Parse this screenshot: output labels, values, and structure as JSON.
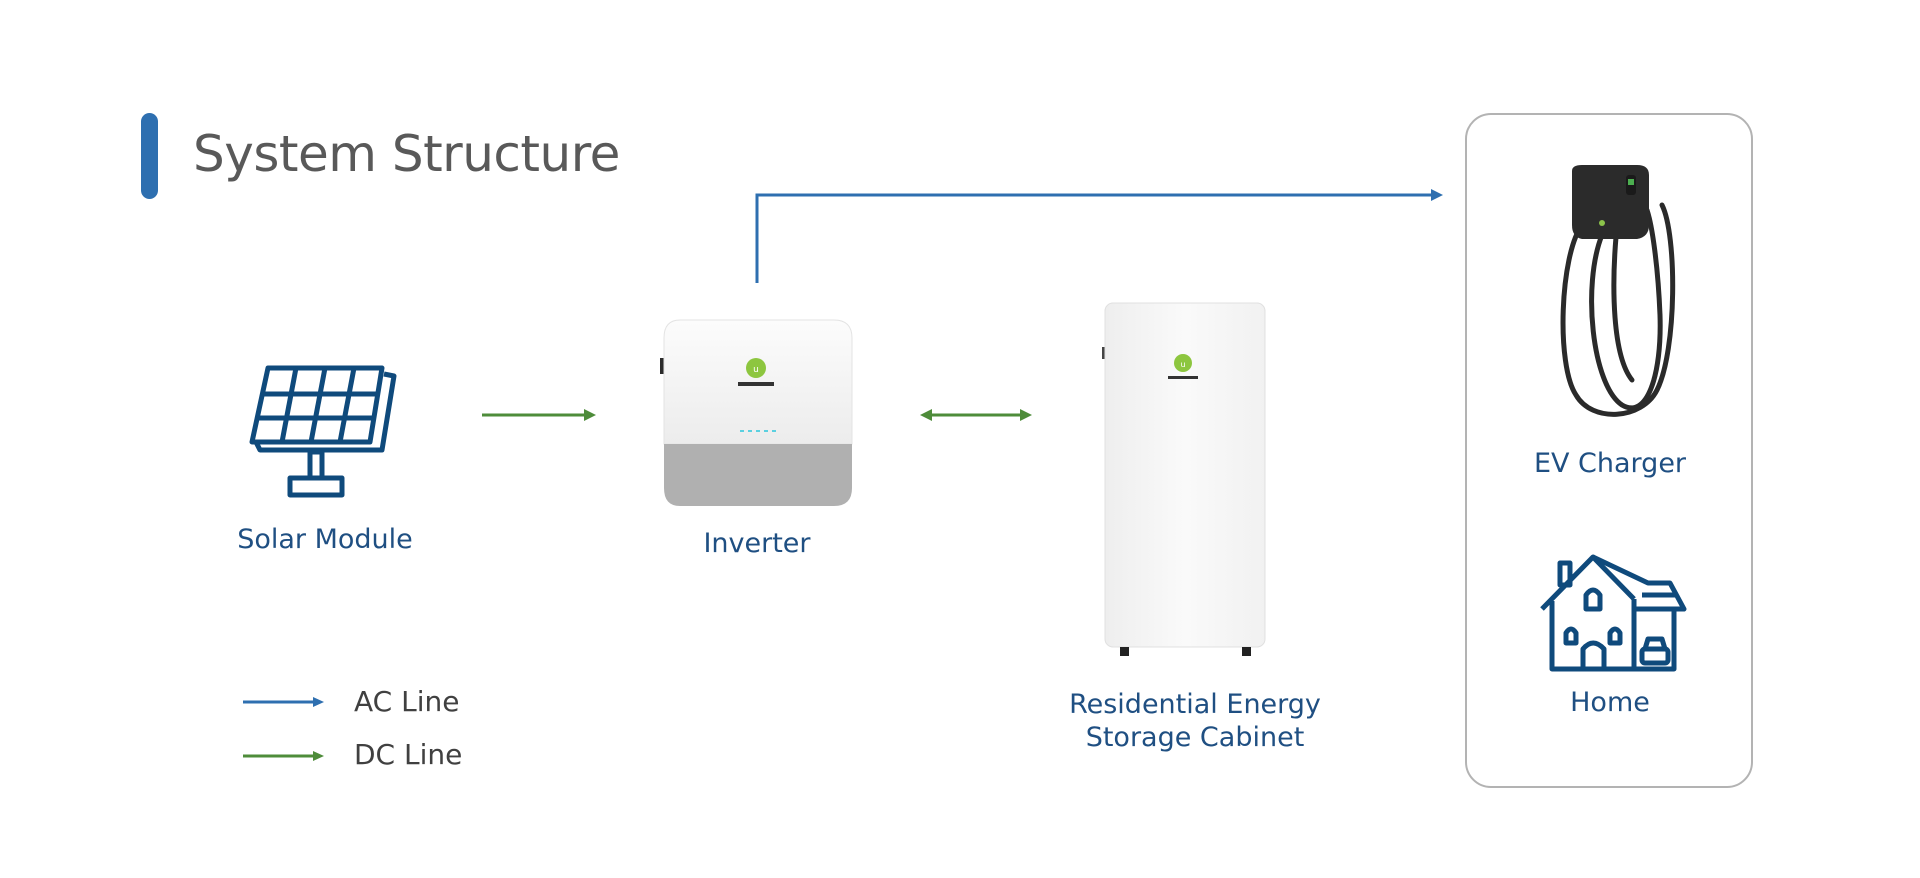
{
  "title": "System Structure",
  "components": {
    "solar_module": "Solar Module",
    "inverter": "Inverter",
    "storage_line1": "Residential Energy",
    "storage_line2": "Storage Cabinet",
    "ev_charger": "EV Charger",
    "home": "Home"
  },
  "legend": {
    "ac": "AC Line",
    "dc": "DC Line"
  },
  "colors": {
    "ac_line": "#2e6fb0",
    "dc_line": "#4e8c3a",
    "label": "#1f4f82",
    "icon": "#0f4a7c"
  }
}
